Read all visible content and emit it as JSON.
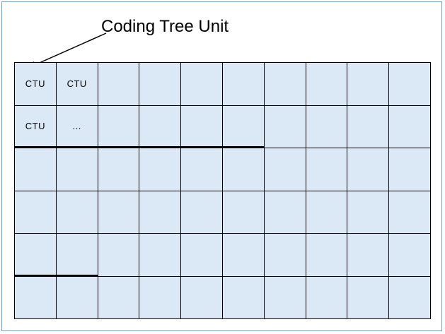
{
  "diagram": {
    "label": "Coding Tree Unit",
    "grid": {
      "columns": 10,
      "rows": 6,
      "cell_labels": [
        {
          "row": 0,
          "col": 0,
          "text": "CTU"
        },
        {
          "row": 0,
          "col": 1,
          "text": "CTU"
        },
        {
          "row": 1,
          "col": 0,
          "text": "CTU"
        },
        {
          "row": 1,
          "col": 1,
          "text": "..."
        }
      ],
      "thick_bottom_segments": [
        {
          "row": 1,
          "col_start": 0,
          "col_end": 5
        },
        {
          "row": 4,
          "col_start": 0,
          "col_end": 1
        }
      ]
    },
    "colors": {
      "cell_fill": "#dbe9f6",
      "grid_line": "#000000",
      "outer_border": "#7f9db9",
      "text": "#000000"
    }
  }
}
